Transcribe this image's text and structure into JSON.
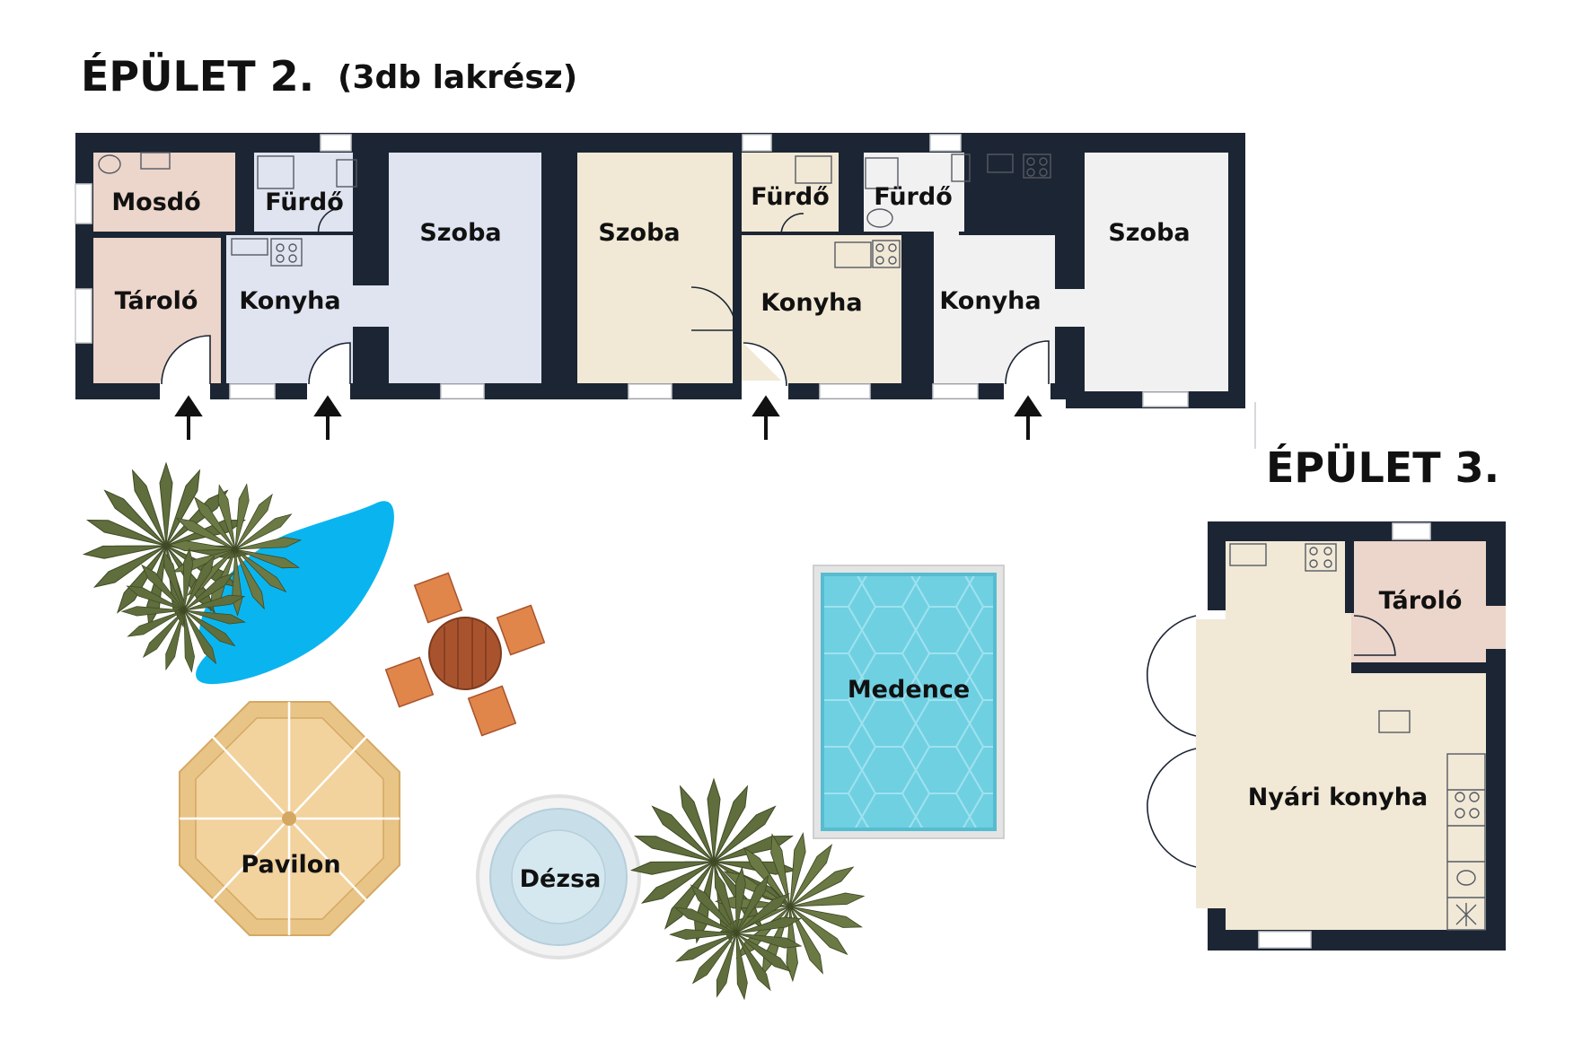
{
  "headings": {
    "building2_title": "ÉPÜLET 2.",
    "building2_subtitle": "(3db lakrész)",
    "building3_title": "ÉPÜLET 3."
  },
  "building2_rooms": {
    "mosdo": "Mosdó",
    "furdo_1": "Fürdő",
    "taroló": "Tároló",
    "konyha_1": "Konyha",
    "szoba_1": "Szoba",
    "szoba_2": "Szoba",
    "furdo_2": "Fürdő",
    "furdo_3": "Fürdő",
    "konyha_2": "Konyha",
    "konyha_3": "Konyha",
    "szoba_3": "Szoba"
  },
  "building3_rooms": {
    "taroló": "Tároló",
    "nyari_konyha": "Nyári konyha"
  },
  "garden": {
    "medence": "Medence",
    "pavilon": "Pavilon",
    "dezsa": "Dézsa"
  },
  "colors": {
    "wall": "#1c2533",
    "pink_room": "#ecd5ca",
    "blue_room": "#dfe4f0",
    "beige_room": "#f1e9d6",
    "grey_room": "#f1f1f1",
    "pool_water": "#6fd0e2",
    "pond": "#0ab5ef",
    "pavilion": "#e9c487",
    "palm": "#5f6e3c",
    "wood": "#e0864a",
    "table": "#a9532e"
  }
}
